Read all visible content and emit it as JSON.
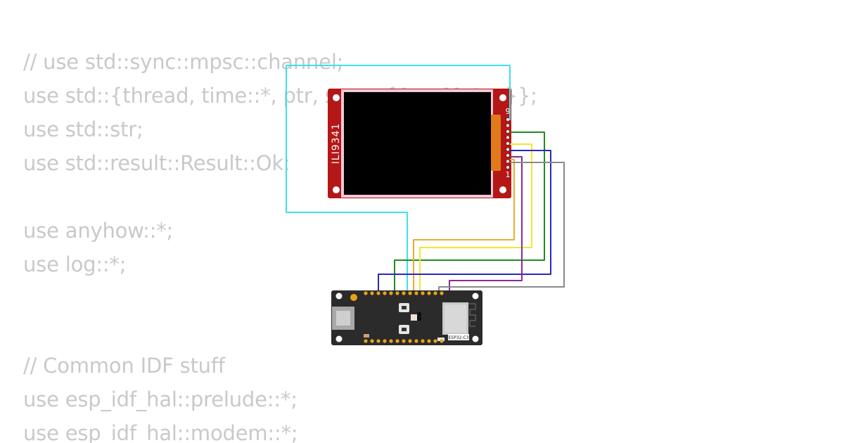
{
  "code_lines": [
    "// use std::sync::mpsc::channel;",
    "use std::{thread, time::*, ptr, sync::{Arc, Mutex}};",
    "use std::str;",
    "use std::result::Result::Ok;",
    "",
    "use anyhow::*;",
    "use log::*;",
    "",
    "",
    "// Common IDF stuff",
    "use esp_idf_hal::prelude::*;",
    "use esp_idf_hal::modem::*;"
  ],
  "display": {
    "label": "ILI9341",
    "pin_first": "1",
    "pin_last": "9",
    "board_color": "#b51616",
    "screen_color": "#000000"
  },
  "mcu": {
    "module_label": "ESP32-C3",
    "board_color": "#2b2b2b",
    "pin_color": "#e8a317"
  },
  "wire_colors": {
    "cyan": "#40e0e8",
    "green": "#1e8c1e",
    "yellow": "#f5e530",
    "orange": "#f0a830",
    "blue": "#2828c0",
    "purple": "#8a2a9a",
    "gray": "#8a8a8a"
  }
}
